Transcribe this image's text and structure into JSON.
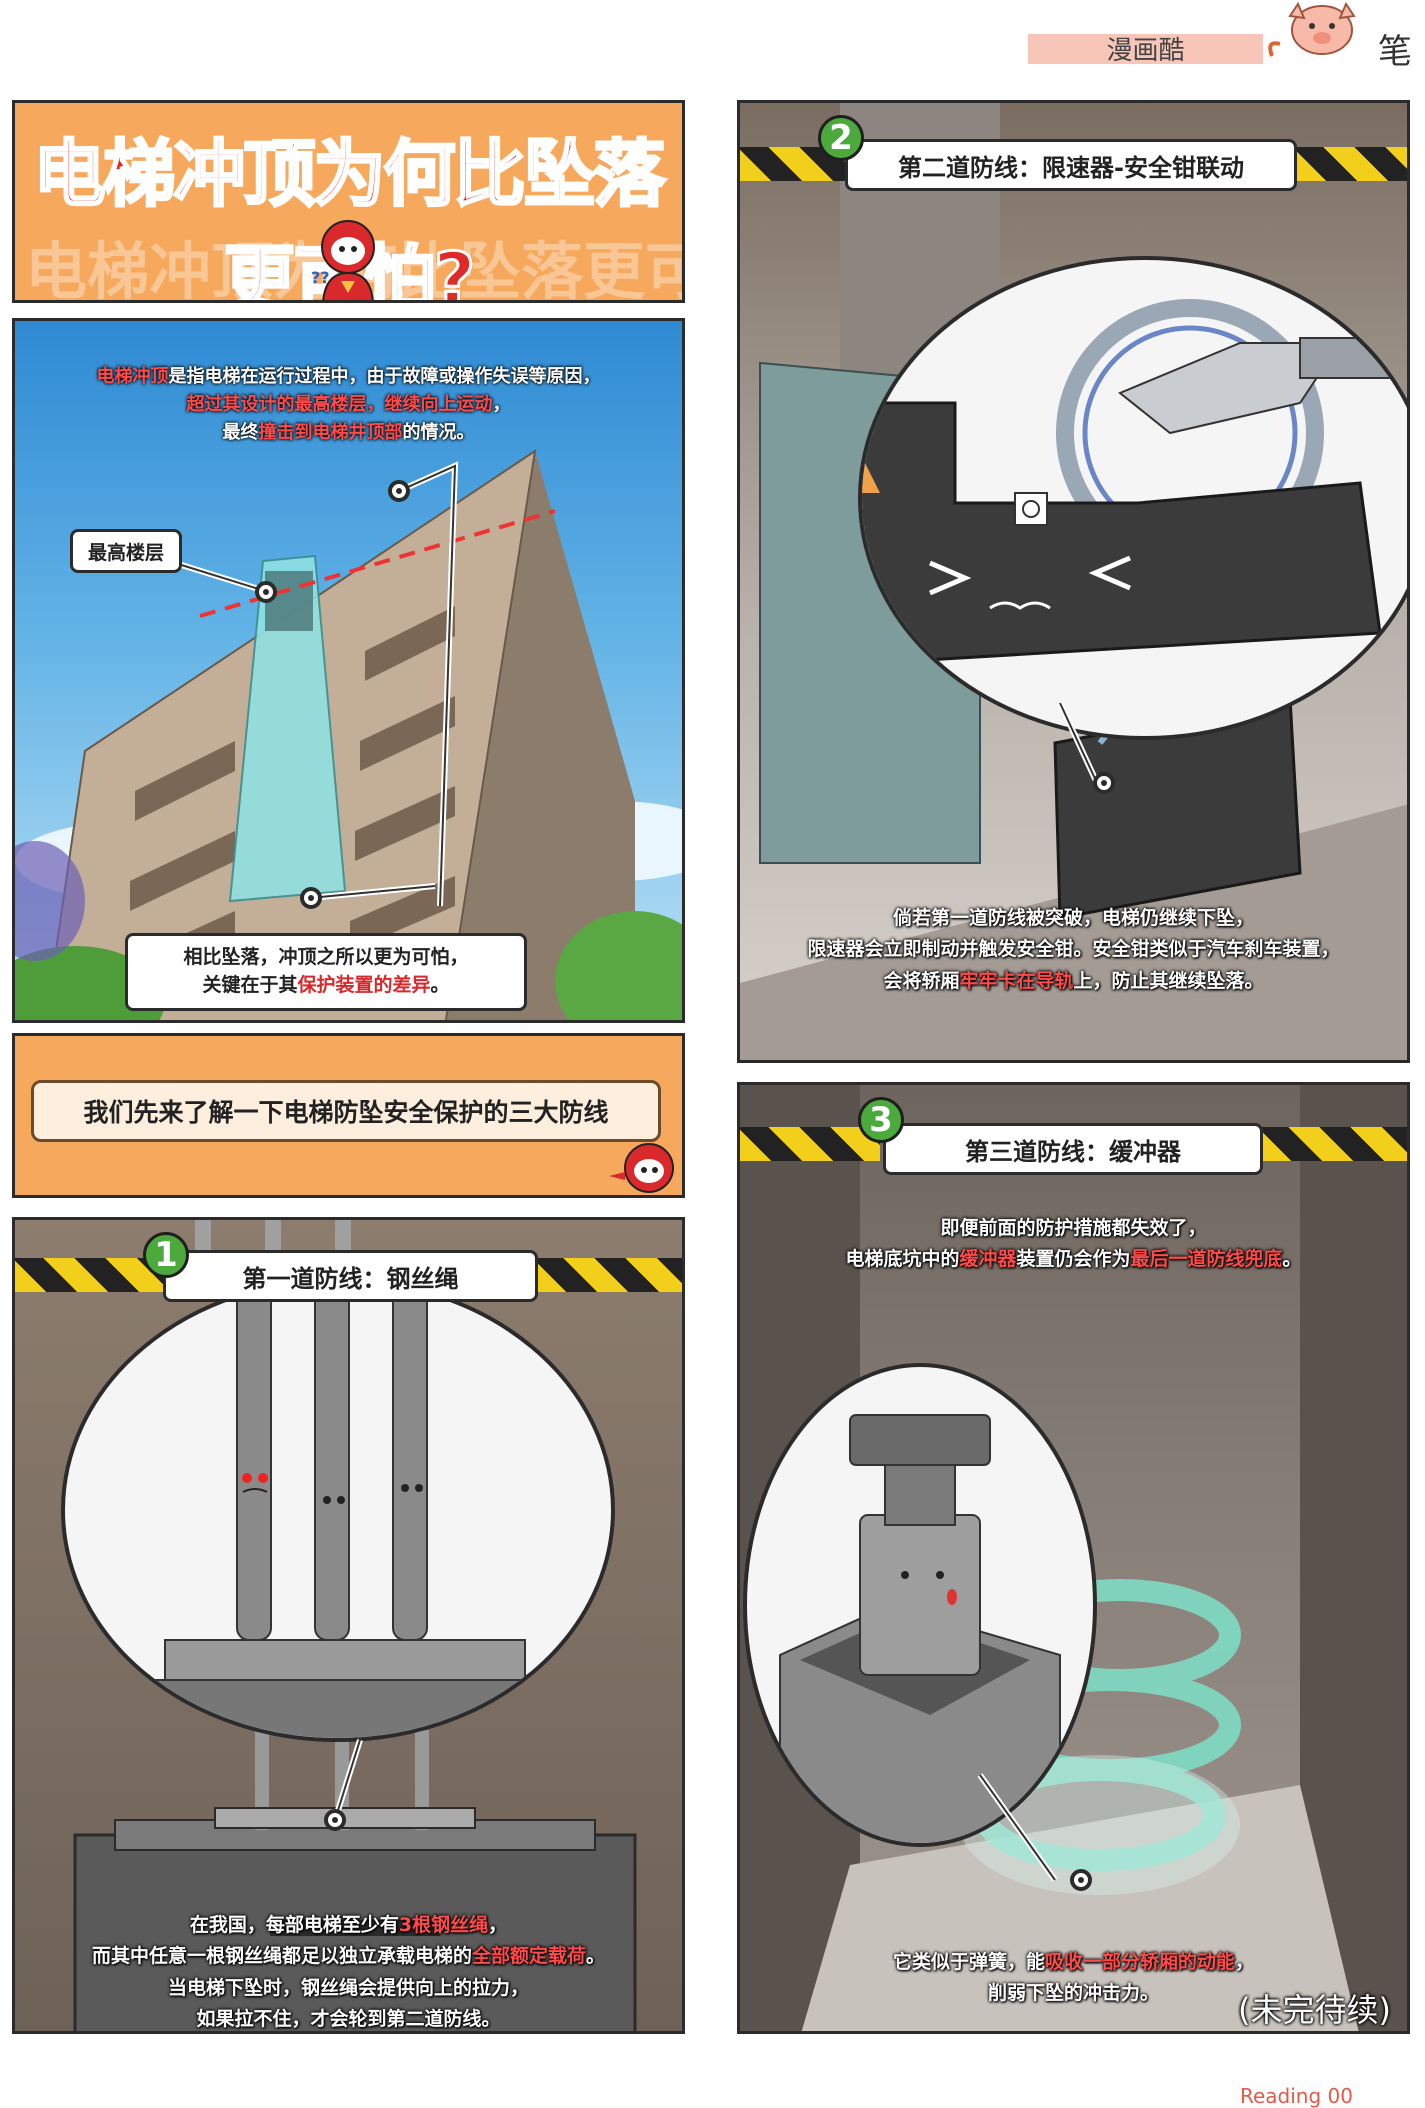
{
  "header": {
    "section_label": "漫画酷",
    "corner_char": "笔",
    "mascot_icon": "pig-mascot-icon"
  },
  "title_panel": {
    "title": "电梯冲顶为何比坠落更可怕?",
    "title_color": "#e02a2a",
    "bg_color": "#f6a85c"
  },
  "panel1": {
    "intro_red1": "电梯冲顶",
    "intro_text1": "是指电梯在运行过程中，由于故障或操作失误等原因，",
    "intro_red2": "超过其设计的最高楼层，继续向上运动",
    "intro_text2": "，",
    "intro_text3": "最终",
    "intro_red3": "撞击到电梯井顶部",
    "intro_text4": "的情况。",
    "label_top_floor": "最高楼层",
    "bottom_text1": "相比坠落，冲顶之所以更为可怕，",
    "bottom_text2": "关键在于其",
    "bottom_red": "保护装置的差异",
    "bottom_text3": "。"
  },
  "intro_banner": {
    "text": "我们先来了解一下电梯防坠安全保护的三大防线"
  },
  "line1": {
    "number": "1",
    "title": "第一道防线：钢丝绳",
    "cap_a": "在我国，每部电梯至少有",
    "cap_a_red": "3根钢丝绳",
    "cap_a_end": "，",
    "cap_b": "而其中任意一根钢丝绳都足以独立承载电梯的",
    "cap_b_red": "全部额定载荷",
    "cap_b_end": "。",
    "cap_c": "当电梯下坠时，钢丝绳会提供向上的拉力，",
    "cap_d": "如果拉不住，才会轮到第二道防线。"
  },
  "line2": {
    "number": "2",
    "title": "第二道防线：限速器-安全钳联动",
    "cap_a": "倘若第一道防线被突破，电梯仍继续下坠，",
    "cap_b": "限速器会立即制动并触发安全钳。安全钳类似于汽车刹车装置，",
    "cap_c": "会将轿厢",
    "cap_c_red": "牢牢卡在导轨",
    "cap_c_end": "上，防止其继续坠落。"
  },
  "line3": {
    "number": "3",
    "title": "第三道防线：缓冲器",
    "cap_a": "即便前面的防护措施都失效了，",
    "cap_b": "电梯底坑中的",
    "cap_b_red1": "缓冲器",
    "cap_b_mid": "装置仍会作为",
    "cap_b_red2": "最后一道防线兜底",
    "cap_b_end": "。",
    "cap_c": "它类似于弹簧，能",
    "cap_c_red": "吸收一部分轿厢的动能",
    "cap_c_end": "，",
    "cap_d": "削弱下坠的冲击力。",
    "to_be_continued": "(未完待续)"
  },
  "footer": {
    "page_text": "Reading 00"
  }
}
